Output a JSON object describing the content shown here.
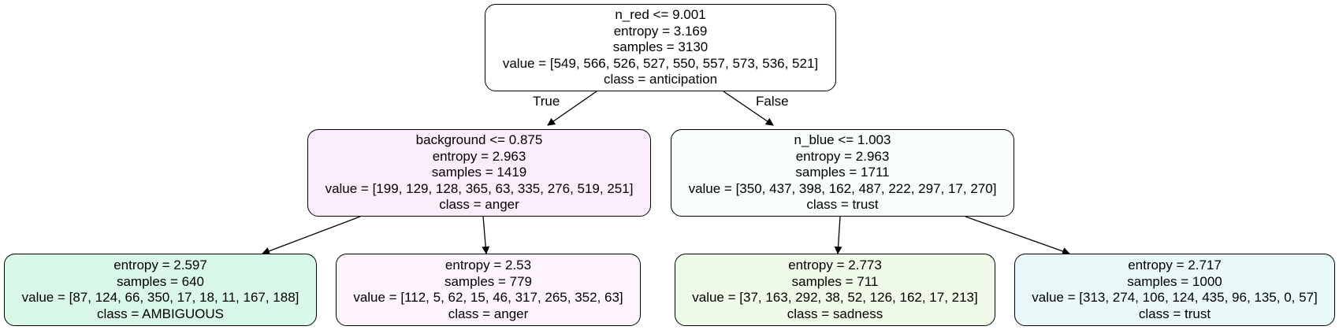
{
  "nodes": {
    "root": {
      "split": "n_red <= 9.001",
      "entropy": "entropy = 3.169",
      "samples": "samples = 3130",
      "value": "value = [549, 566, 526, 527, 550, 557, 573, 536, 521]",
      "class": "class = anticipation",
      "fill": "#ffffff"
    },
    "left": {
      "split": "background <= 0.875",
      "entropy": "entropy = 2.963",
      "samples": "samples = 1419",
      "value": "value = [199, 129, 128, 365, 63, 335, 276, 519, 251]",
      "class": "class = anger",
      "fill": "#fbedfa"
    },
    "right": {
      "split": "n_blue <= 1.003",
      "entropy": "entropy = 2.963",
      "samples": "samples = 1711",
      "value": "value = [350, 437, 398, 162, 487, 222, 297, 17, 270]",
      "class": "class = trust",
      "fill": "#f7fcfd"
    },
    "leaf_ll": {
      "entropy": "entropy = 2.597",
      "samples": "samples = 640",
      "value": "value = [87, 124, 66, 350, 17, 18, 11, 167, 188]",
      "class": "class = AMBIGUOUS",
      "fill": "#d9f8e8"
    },
    "leaf_lr": {
      "entropy": "entropy = 2.53",
      "samples": "samples = 779",
      "value": "value = [112, 5, 62, 15, 46, 317, 265, 352, 63]",
      "class": "class = anger",
      "fill": "#fdf4fc"
    },
    "leaf_rl": {
      "entropy": "entropy = 2.773",
      "samples": "samples = 711",
      "value": "value = [37, 163, 292, 38, 52, 126, 162, 17, 213]",
      "class": "class = sadness",
      "fill": "#f0fae9"
    },
    "leaf_rr": {
      "entropy": "entropy = 2.717",
      "samples": "samples = 1000",
      "value": "value = [313, 274, 106, 124, 435, 96, 135, 0, 57]",
      "class": "class = trust",
      "fill": "#e9f9fa"
    }
  },
  "edge_labels": {
    "true_label": "True",
    "false_label": "False"
  }
}
